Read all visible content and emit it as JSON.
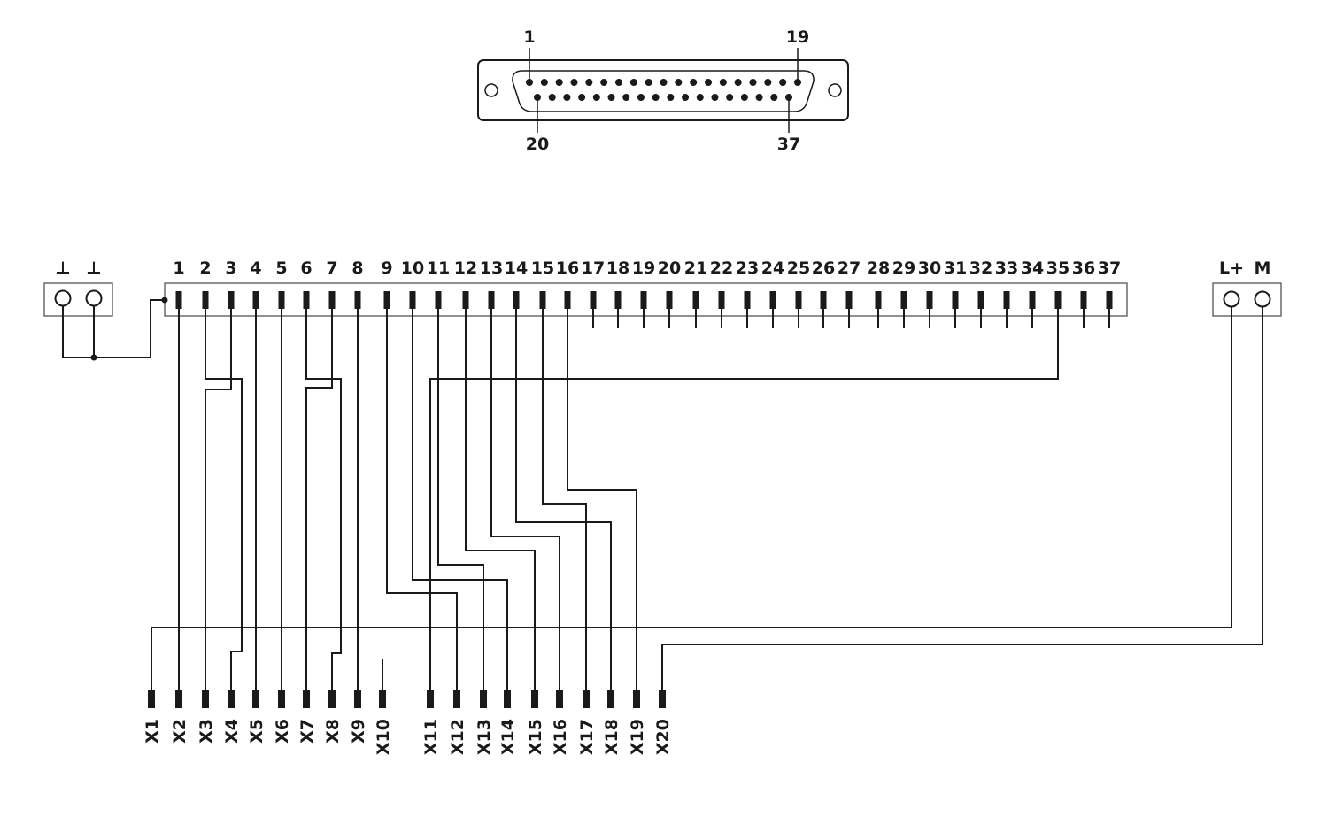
{
  "connector": {
    "top_left_label": "1",
    "top_right_label": "19",
    "bottom_left_label": "20",
    "bottom_right_label": "37",
    "top_row_pins": 19,
    "bottom_row_pins": 18
  },
  "ground_terminal": {
    "labels": [
      "⊥",
      "⊥"
    ]
  },
  "power_terminal": {
    "labels": [
      "L+",
      "M"
    ]
  },
  "pin_header": {
    "labels": [
      "1",
      "2",
      "3",
      "4",
      "5",
      "6",
      "7",
      "8",
      "9",
      "10",
      "11",
      "12",
      "13",
      "14",
      "15",
      "16",
      "17",
      "18",
      "19",
      "20",
      "21",
      "22",
      "23",
      "24",
      "25",
      "26",
      "27",
      "28",
      "29",
      "30",
      "31",
      "32",
      "33",
      "34",
      "35",
      "36",
      "37"
    ]
  },
  "outputs": {
    "labels": [
      "X1",
      "X2",
      "X3",
      "X4",
      "X5",
      "X6",
      "X7",
      "X8",
      "X9",
      "X10",
      "X11",
      "X12",
      "X13",
      "X14",
      "X15",
      "X16",
      "X17",
      "X18",
      "X19",
      "X20"
    ]
  },
  "colors": {
    "ink": "#1a1a1a",
    "box": "#555555"
  }
}
